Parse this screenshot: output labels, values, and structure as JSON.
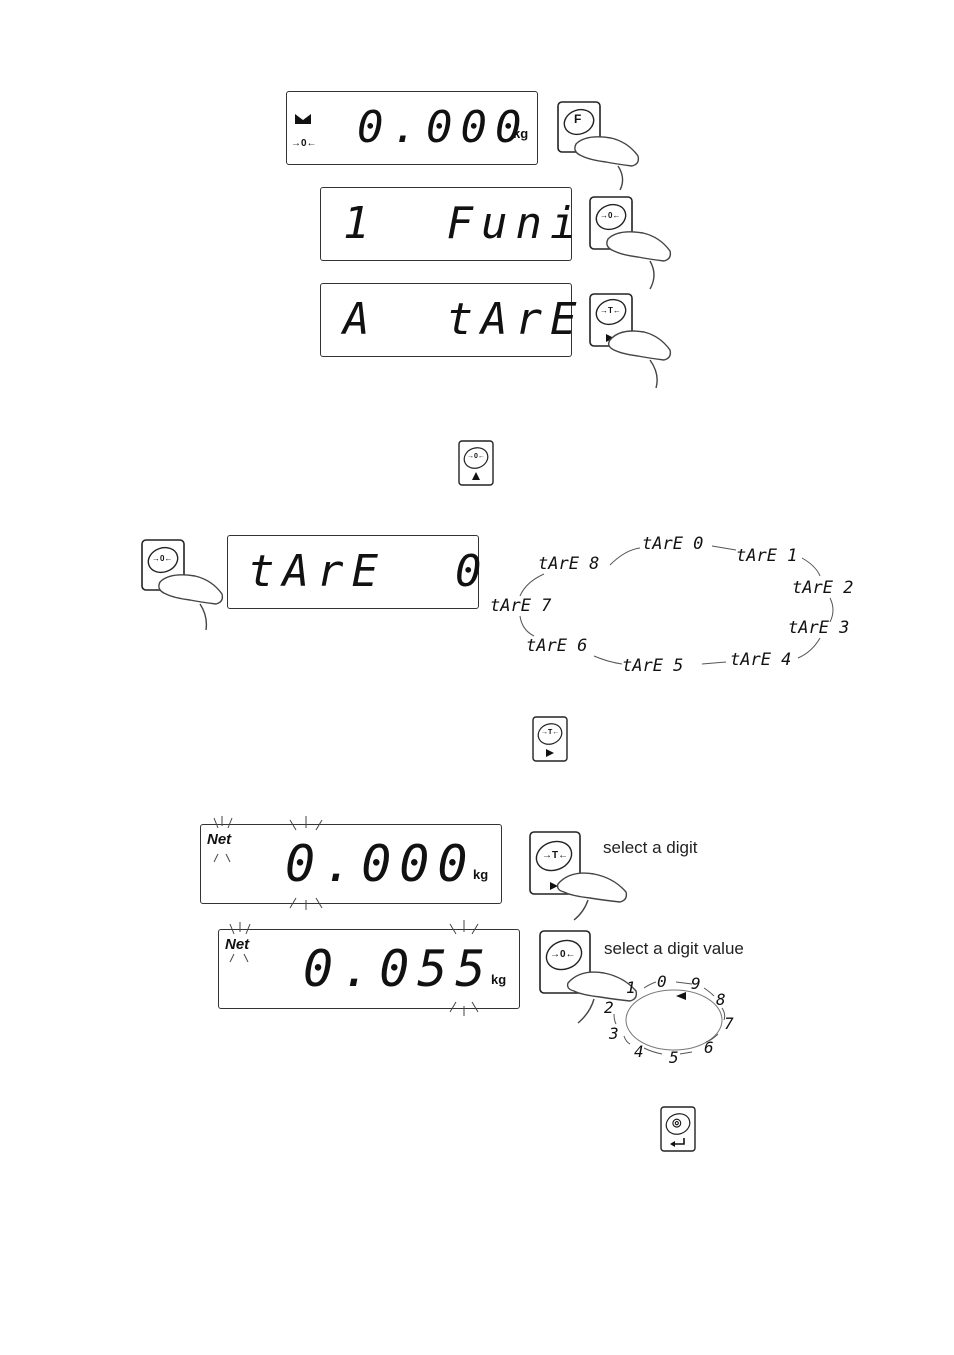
{
  "step1": {
    "display1": {
      "value": "0.000",
      "unit": "kg",
      "zero_indicator": "→0←"
    },
    "display2": {
      "value": "1  Funi"
    },
    "display3": {
      "value": "A  tArE"
    },
    "key_f": "F",
    "key_zero": "→0←",
    "key_tare": "→T←"
  },
  "step2": {
    "key_zero_up": "→0←"
  },
  "step3": {
    "display": {
      "value": "tArE  0"
    },
    "key_zero": "→0←",
    "ring": [
      "tArE 0",
      "tArE 1",
      "tArE 2",
      "tArE 3",
      "tArE 4",
      "tArE 5",
      "tArE 6",
      "tArE 7",
      "tArE 8"
    ]
  },
  "step4": {
    "key_tare_right": "→T←"
  },
  "step5": {
    "display1": {
      "net": "Net",
      "value": "0.000",
      "unit": "kg"
    },
    "display2": {
      "net": "Net",
      "value": "0.055",
      "unit": "kg"
    },
    "key_tare": "→T←",
    "key_zero": "→0←",
    "note1": "select a digit",
    "note2": "select a digit value",
    "digits": [
      "0",
      "9",
      "8",
      "7",
      "6",
      "5",
      "4",
      "3",
      "2",
      "1"
    ]
  },
  "step6": {
    "key_enter": "◎"
  }
}
